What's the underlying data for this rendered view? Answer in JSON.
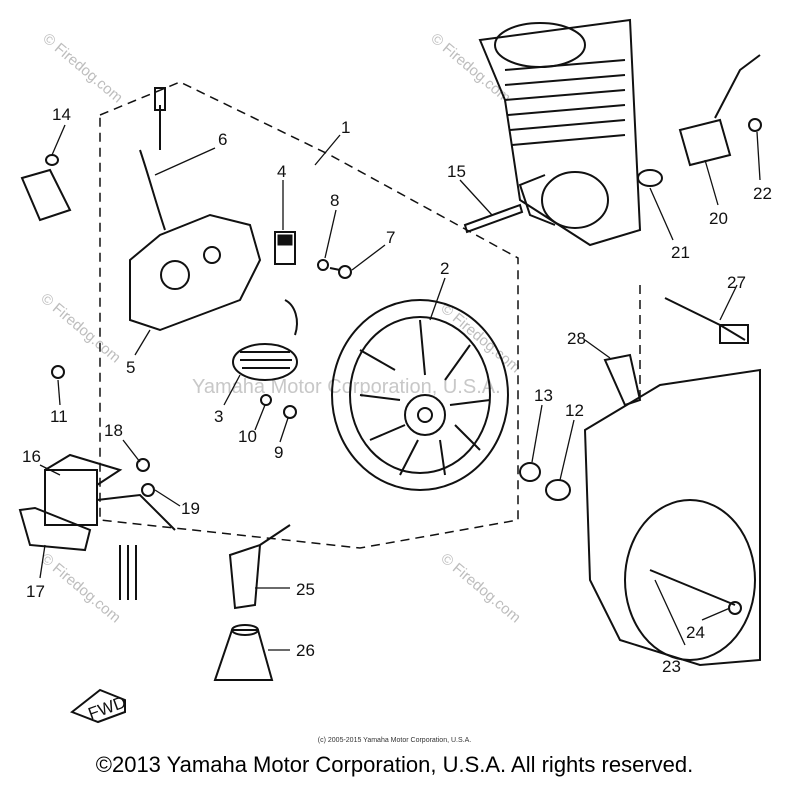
{
  "watermarks": {
    "site": "© Firedog.com",
    "center": "Yamaha Motor Corporation, U.S.A."
  },
  "callouts": [
    "1",
    "2",
    "3",
    "4",
    "5",
    "6",
    "7",
    "8",
    "9",
    "10",
    "11",
    "12",
    "13",
    "14",
    "15",
    "16",
    "17",
    "18",
    "19",
    "20",
    "21",
    "22",
    "23",
    "24",
    "25",
    "26",
    "27",
    "28"
  ],
  "fwd_label": "FWD",
  "small_copyright": "(c) 2005-2015 Yamaha Motor Corporation, U.S.A.",
  "footer": "©2013 Yamaha Motor Corporation, U.S.A. All rights reserved."
}
